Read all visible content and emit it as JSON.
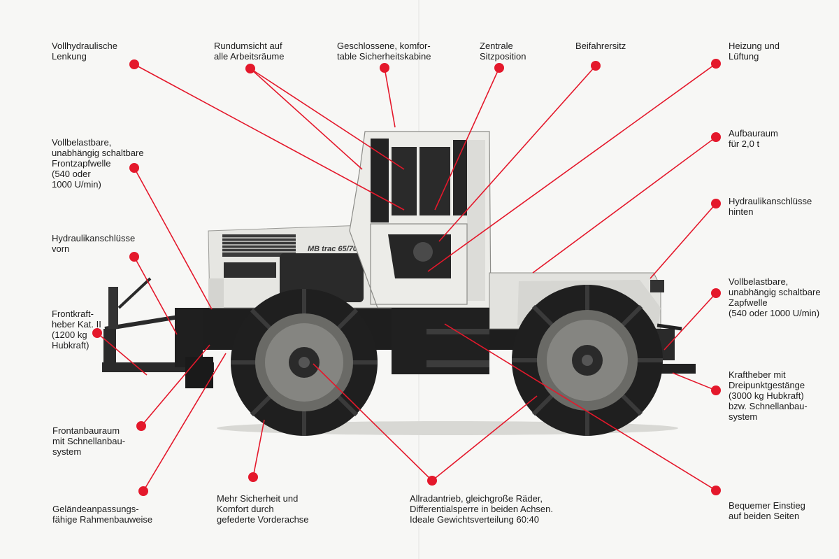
{
  "brand_badge": "MB trac 65/70",
  "colors": {
    "dot": "#e4182b",
    "line": "#e4182b",
    "tractor_body": "#e8e8e4",
    "tire": "#222222"
  },
  "callouts": [
    {
      "id": "lenkung",
      "text": "Vollhydraulische\nLenkung"
    },
    {
      "id": "rundumsicht",
      "text": "Rundumsicht auf\nalle Arbeitsräume"
    },
    {
      "id": "kabine",
      "text": "Geschlossene, komfor-\ntable Sicherheitskabine"
    },
    {
      "id": "sitzposition",
      "text": "Zentrale\nSitzposition"
    },
    {
      "id": "beifahrersitz",
      "text": "Beifahrersitz"
    },
    {
      "id": "heizung",
      "text": "Heizung und\nLüftung"
    },
    {
      "id": "aufbauraum",
      "text": "Aufbauraum\nfür 2,0 t"
    },
    {
      "id": "hydraulik-hinten",
      "text": "Hydraulikanschlüsse\nhinten"
    },
    {
      "id": "zapfwelle",
      "text": "Vollbelastbare,\nunabhängig schaltbare\nZapfwelle\n(540 oder 1000 U/min)"
    },
    {
      "id": "kraftheber",
      "text": "Kraftheber mit\nDreipunktgestänge\n(3000 kg Hubkraft)\nbzw. Schnellanbau-\nsystem"
    },
    {
      "id": "einstieg",
      "text": "Bequemer Einstieg\nauf beiden Seiten"
    },
    {
      "id": "allrad",
      "text": "Allradantrieb, gleichgroße Räder,\nDifferentialsperre in beiden Achsen.\nIdeale Gewichtsverteilung 60:40"
    },
    {
      "id": "vorderachse",
      "text": "Mehr Sicherheit und\nKomfort durch\ngefederte Vorderachse"
    },
    {
      "id": "rahmen",
      "text": "Geländeanpassungs-\nfähige Rahmenbauweise"
    },
    {
      "id": "frontanbau",
      "text": "Frontanbauraum\nmit Schnellanbau-\nsystem"
    },
    {
      "id": "frontkraftheber",
      "text": "Frontkraft-\nheber Kat. II\n(1200 kg\nHubkraft)"
    },
    {
      "id": "hydraulik-vorn",
      "text": "Hydraulikanschlüsse\nvorn"
    },
    {
      "id": "frontzapfwelle",
      "text": "Vollbelastbare,\nunabhängig schaltbare\nFrontzapfwelle\n(540 oder\n1000 U/min)"
    }
  ]
}
